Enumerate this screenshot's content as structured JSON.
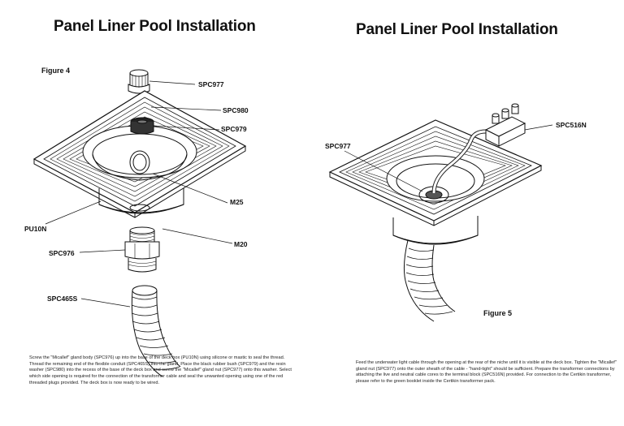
{
  "left_page": {
    "title": "Panel Liner Pool Installation",
    "figure_label": "Figure 4",
    "callouts": {
      "spc977": "SPC977",
      "spc980": "SPC980",
      "spc979": "SPC979",
      "m25": "M25",
      "pu10n": "PU10N",
      "spc976": "SPC976",
      "m20": "M20",
      "spc465s": "SPC465S"
    },
    "instructions": "Screw the \"Micallef\" gland body (SPC976) up into the base of the deck box (PU10N) using silicone or mastic to seal the thread. Thread the remaining end of the flexible conduit (SPC465S) into the gland. Place the black rubber bush (SPC979) and the resin washer (SPC980) into the recess of the base of the deck box and screw the \"Micallef\" gland nut (SPC977) onto this washer. Select which side opening is required for the connection of the transformer cable and seal the unwanted opening using one of the red threaded plugs provided. The deck box is now ready to be wired."
  },
  "right_page": {
    "title": "Panel Liner Pool Installation",
    "figure_label": "Figure 5",
    "callouts": {
      "spc977": "SPC977",
      "spc516n": "SPC516N"
    },
    "instructions": "Feed the underwater light cable through the opening at the rear of the niche until it is visible at the deck box. Tighten the \"Micallef\" gland nut (SPC977) onto the outer sheath of the cable - \"hand-tight\" should be sufficient. Prepare the transformer connections by attaching the live and neutral cable cores to the terminal block (SPC516N) provided. For connection to the Certikin transformer, please refer to the green booklet inside the Certikin transformer pack."
  }
}
